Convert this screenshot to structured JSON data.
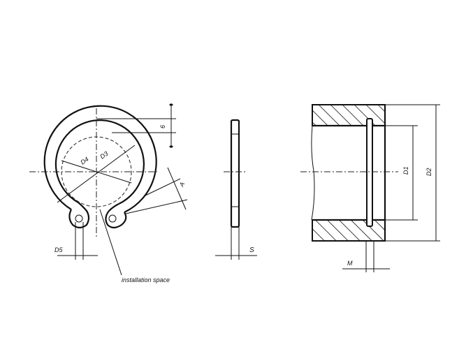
{
  "figure": {
    "title": "Internal retaining ring (circlip) dimensional drawing",
    "views": {
      "front": {
        "labels": {
          "wall_width": "6",
          "inner_diameter": "D4",
          "outer_diameter": "D3",
          "lug_width": "A",
          "hole_diameter": "D5",
          "installation_space": "installation space"
        }
      },
      "side": {
        "labels": {
          "thickness": "S"
        }
      },
      "section": {
        "labels": {
          "bore_diameter": "D1",
          "groove_diameter": "D2",
          "groove_width": "M"
        }
      }
    },
    "colors": {
      "line": "#111111",
      "background": "#ffffff"
    }
  }
}
